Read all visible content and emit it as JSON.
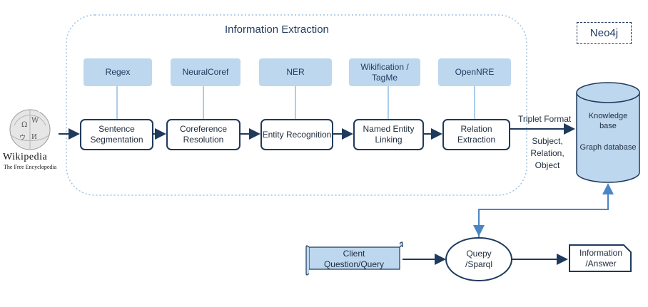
{
  "panel": {
    "title": "Information Extraction"
  },
  "tools": [
    "Regex",
    "NeuralCoref",
    "NER",
    "Wikification / TagMe",
    "OpenNRE"
  ],
  "steps": [
    "Sentence Segmentation",
    "Coreference Resolution",
    "Entity Recognition",
    "Named Entity Linking",
    "Relation Extraction"
  ],
  "source": {
    "title": "Wikipedia",
    "subtitle": "The Free Encyclopedia"
  },
  "output": {
    "format": "Triplet Format",
    "fields": "Subject, Relation, Object"
  },
  "storage": {
    "brand": "Neo4j",
    "kb": "Knowledge base",
    "db": "Graph database"
  },
  "query": {
    "client": "Client Question/Query",
    "engine": "Quepy /Sparql",
    "answer": "Information /Answer"
  }
}
